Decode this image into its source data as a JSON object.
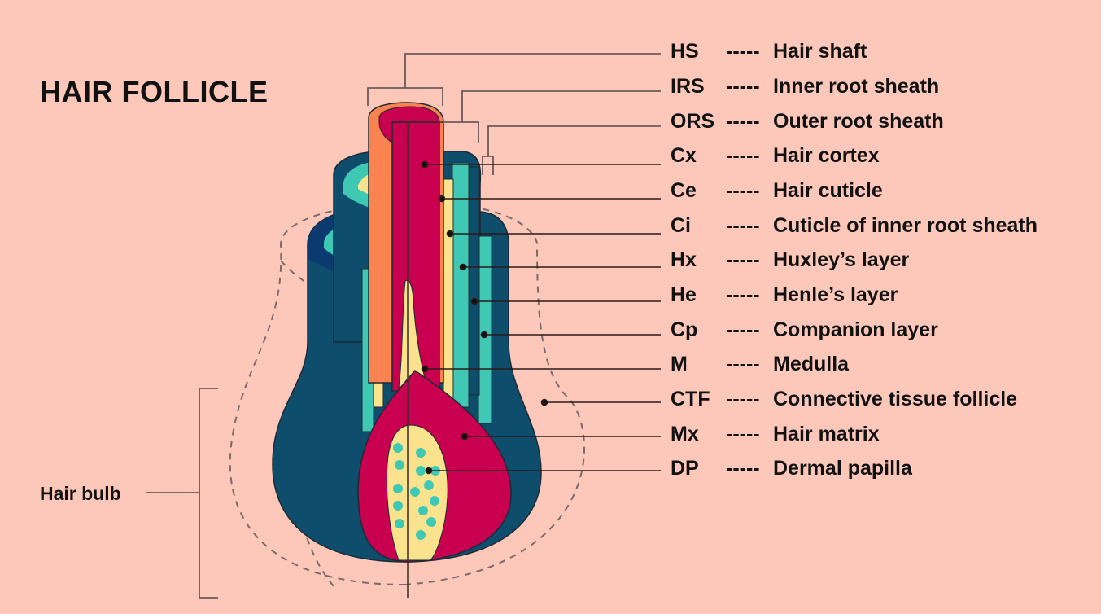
{
  "title": "HAIR FOLLICLE",
  "hair_bulb_label": "Hair bulb",
  "legend_dash": "-----",
  "legend": [
    {
      "abbr": "HS",
      "name": "Hair shaft"
    },
    {
      "abbr": "IRS",
      "name": "Inner root sheath"
    },
    {
      "abbr": "ORS",
      "name": "Outer root sheath"
    },
    {
      "abbr": "Cx",
      "name": "Hair cortex"
    },
    {
      "abbr": "Ce",
      "name": "Hair cuticle"
    },
    {
      "abbr": "Ci",
      "name": "Cuticle of inner root sheath"
    },
    {
      "abbr": "Hx",
      "name": "Huxley’s layer"
    },
    {
      "abbr": "He",
      "name": "Henle’s layer"
    },
    {
      "abbr": "Cp",
      "name": "Companion layer"
    },
    {
      "abbr": "M",
      "name": "Medulla"
    },
    {
      "abbr": "CTF",
      "name": "Connective tissue follicle"
    },
    {
      "abbr": "Mx",
      "name": "Hair matrix"
    },
    {
      "abbr": "DP",
      "name": "Dermal papilla"
    }
  ],
  "colors": {
    "background": "#fdc8ba",
    "dark_teal": "#0e4d6b",
    "navy": "#0b3a6e",
    "teal": "#3fc9b5",
    "cream": "#fbe38e",
    "orange": "#fb8352",
    "crimson": "#c8004f",
    "line": "#5a4a48"
  }
}
